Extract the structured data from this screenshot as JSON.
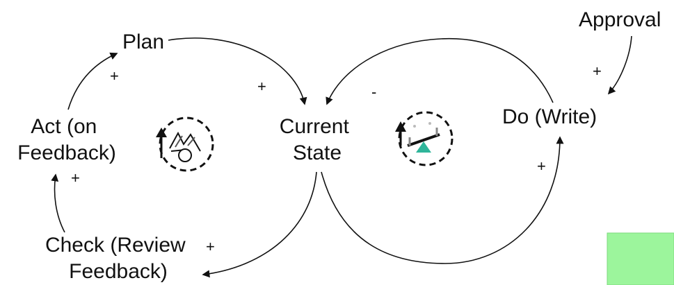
{
  "nodes": {
    "plan": "Plan",
    "current_state": [
      "Current",
      "State"
    ],
    "do": "Do (Write)",
    "approval": "Approval",
    "act": [
      "Act (on",
      "Feedback)"
    ],
    "check": [
      "Check (Review",
      "Feedback)"
    ]
  },
  "polarities": {
    "act_to_plan": "+",
    "plan_to_current": "+",
    "current_to_do": "-",
    "approval_to_do": "+",
    "do_to_current": "+",
    "check_to_act": "+",
    "current_to_check": "+"
  },
  "loops": {
    "left": {
      "type": "reinforcing",
      "icon": "snowball-icon"
    },
    "right": {
      "type": "balancing",
      "icon": "seesaw-icon"
    }
  },
  "colors": {
    "line": "#111111",
    "balance_triangle": "#2fb59a",
    "green_box": "#9cf59c",
    "green_box_border": "#7ed97e"
  }
}
